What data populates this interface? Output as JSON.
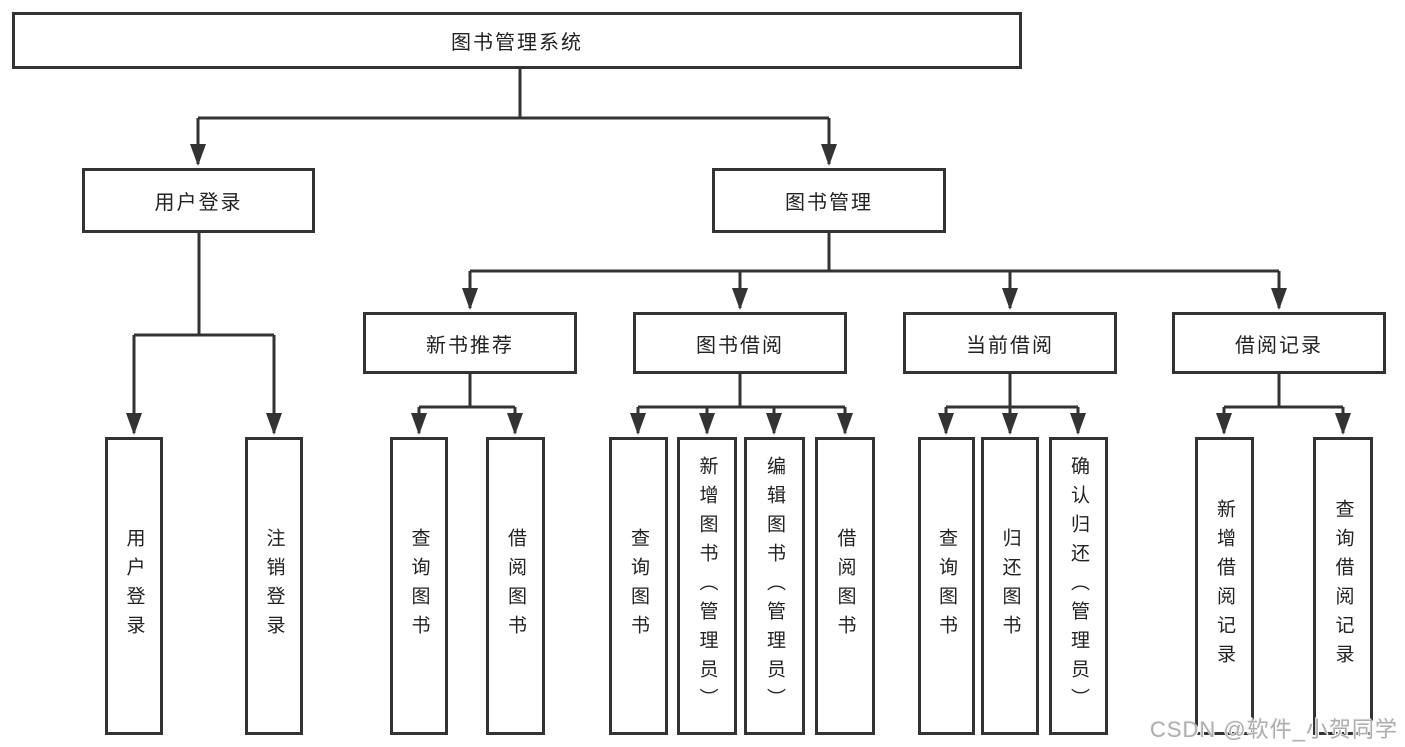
{
  "diagram": {
    "type": "hierarchy-tree",
    "root": {
      "label": "图书管理系统"
    },
    "level2": [
      {
        "id": "user-login",
        "label": "用户登录",
        "parent": "图书管理系统"
      },
      {
        "id": "book-management",
        "label": "图书管理",
        "parent": "图书管理系统"
      }
    ],
    "level3": [
      {
        "id": "new-book-recommend",
        "label": "新书推荐",
        "parent": "图书管理"
      },
      {
        "id": "book-borrowing",
        "label": "图书借阅",
        "parent": "图书管理"
      },
      {
        "id": "current-borrowing",
        "label": "当前借阅",
        "parent": "图书管理"
      },
      {
        "id": "borrowing-records",
        "label": "借阅记录",
        "parent": "图书管理"
      }
    ],
    "leaves": [
      {
        "label": "用户登录",
        "parent": "用户登录"
      },
      {
        "label": "注销登录",
        "parent": "用户登录"
      },
      {
        "label": "查询图书",
        "parent": "新书推荐"
      },
      {
        "label": "借阅图书",
        "parent": "新书推荐"
      },
      {
        "label": "查询图书",
        "parent": "图书借阅"
      },
      {
        "label": "新增图书（管理员）",
        "parent": "图书借阅"
      },
      {
        "label": "编辑图书（管理员）",
        "parent": "图书借阅"
      },
      {
        "label": "借阅图书",
        "parent": "图书借阅"
      },
      {
        "label": "查询图书",
        "parent": "当前借阅"
      },
      {
        "label": "归还图书",
        "parent": "当前借阅"
      },
      {
        "label": "确认归还（管理员）",
        "parent": "当前借阅"
      },
      {
        "label": "新增借阅记录",
        "parent": "借阅记录"
      },
      {
        "label": "查询借阅记录",
        "parent": "借阅记录"
      }
    ],
    "watermark": "CSDN @软件_小贺同学",
    "colors": {
      "line": "#333333",
      "box_border": "#333333",
      "box_background": "#ffffff",
      "text": "#222222",
      "watermark": "#aeaeae",
      "page_background": "#ffffff"
    }
  }
}
